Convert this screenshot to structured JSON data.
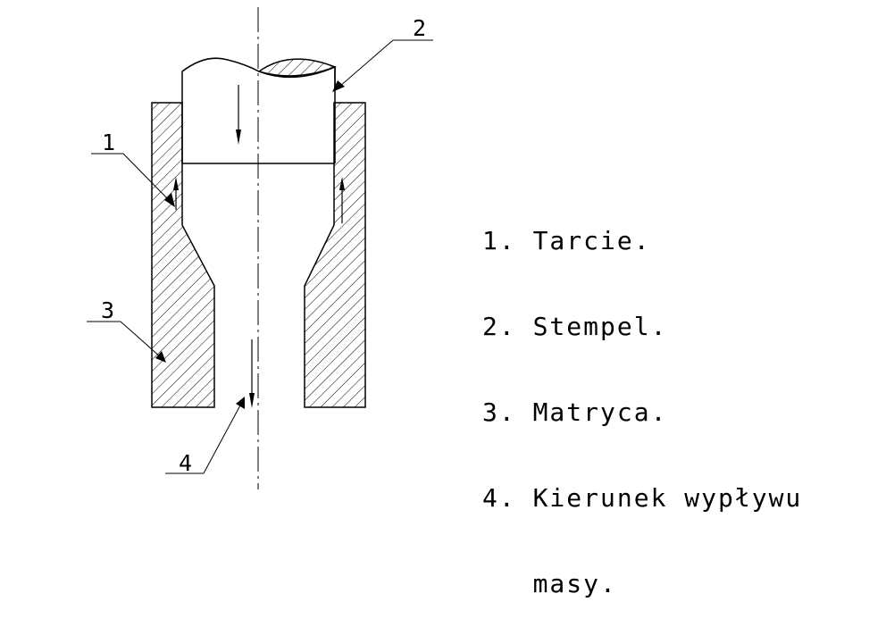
{
  "callouts": {
    "c1": "1",
    "c2": "2",
    "c3": "3",
    "c4": "4"
  },
  "legend": {
    "line1": "1. Tarcie.",
    "line2": "2. Stempel.",
    "line3": "3. Matryca.",
    "line4": "4. Kierunek wypływu",
    "line5": "   masy."
  }
}
